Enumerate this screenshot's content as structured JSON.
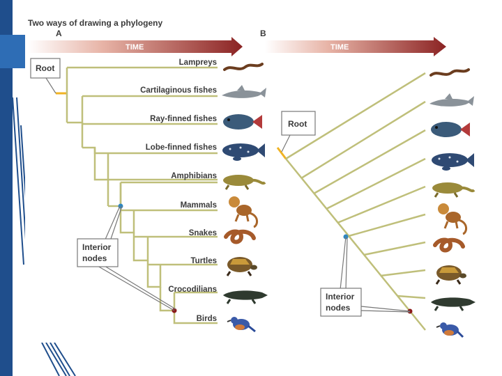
{
  "figure_title": "Two ways of drawing a phylogeny",
  "panels": {
    "a": {
      "letter": "A",
      "time_label": "TIME",
      "root_label": "Root",
      "interior_label_line1": "Interior",
      "interior_label_line2": "nodes"
    },
    "b": {
      "letter": "B",
      "time_label": "TIME",
      "root_label": "Root",
      "interior_label_line1": "Interior",
      "interior_label_line2": "nodes"
    }
  },
  "taxa": [
    "Lampreys",
    "Cartilaginous fishes",
    "Ray-finned fishes",
    "Lobe-finned fishes",
    "Amphibians",
    "Mammals",
    "Snakes",
    "Turtles",
    "Crocodilians",
    "Birds"
  ],
  "colors": {
    "branch": "#bfbf7a",
    "root_accent": "#f0b323",
    "node_blue": "#2e86c1",
    "node_red": "#8b1a1a",
    "arrow_dark": "#8b2323",
    "slide_blue": "#1f4e8c",
    "label_text": "#3a3a3a"
  },
  "icons": [
    "lamprey-icon",
    "shark-icon",
    "ray-finned-fish-icon",
    "lobe-finned-fish-icon",
    "amphibian-icon",
    "monkey-icon",
    "snake-icon",
    "turtle-icon",
    "crocodile-icon",
    "bird-icon"
  ]
}
